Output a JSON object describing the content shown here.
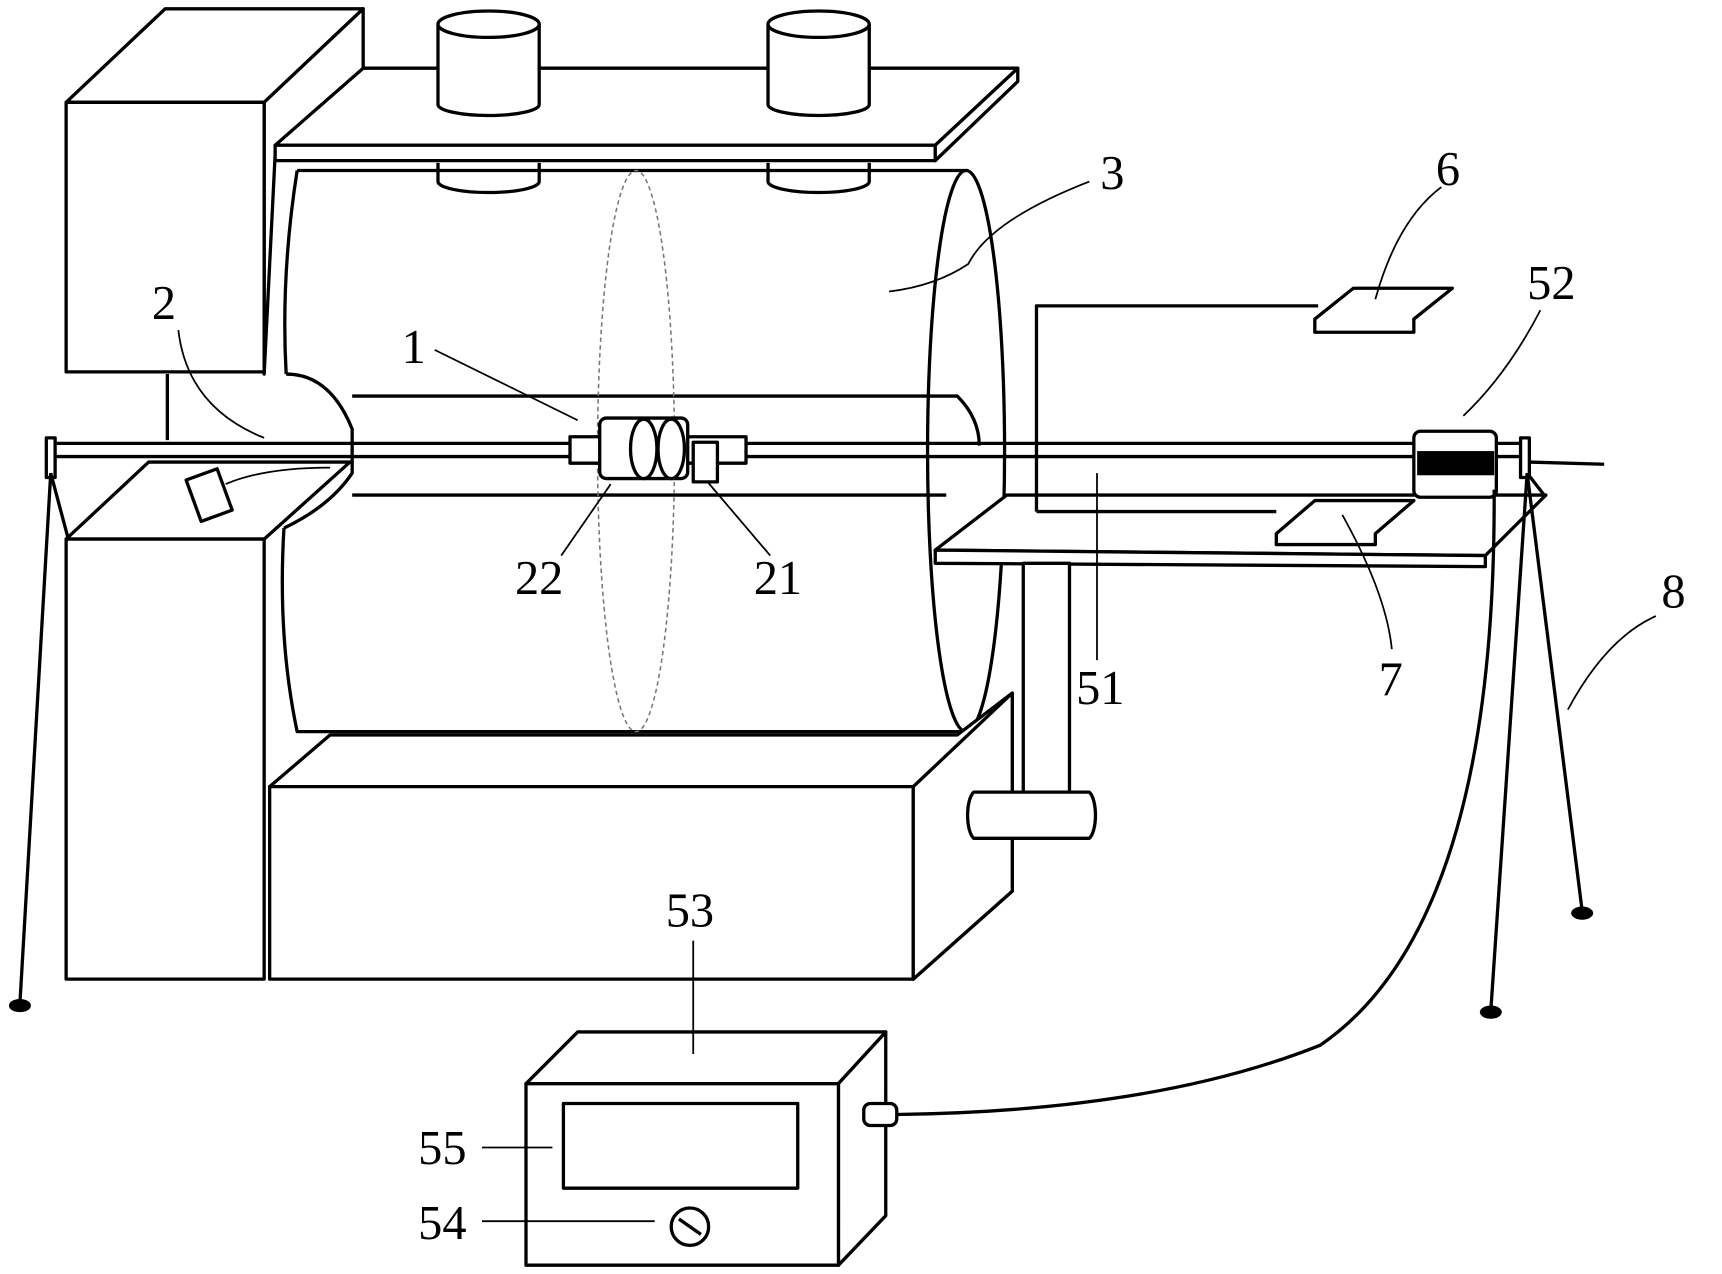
{
  "figure": {
    "labels": {
      "sample": "1",
      "rod": "2",
      "magnet": "3",
      "sensor": "6",
      "motor": "52",
      "clamp": "21",
      "coil": "22",
      "frame": "51",
      "plate": "7",
      "stand": "8",
      "controller": "53",
      "display": "55",
      "knob": "54"
    }
  }
}
